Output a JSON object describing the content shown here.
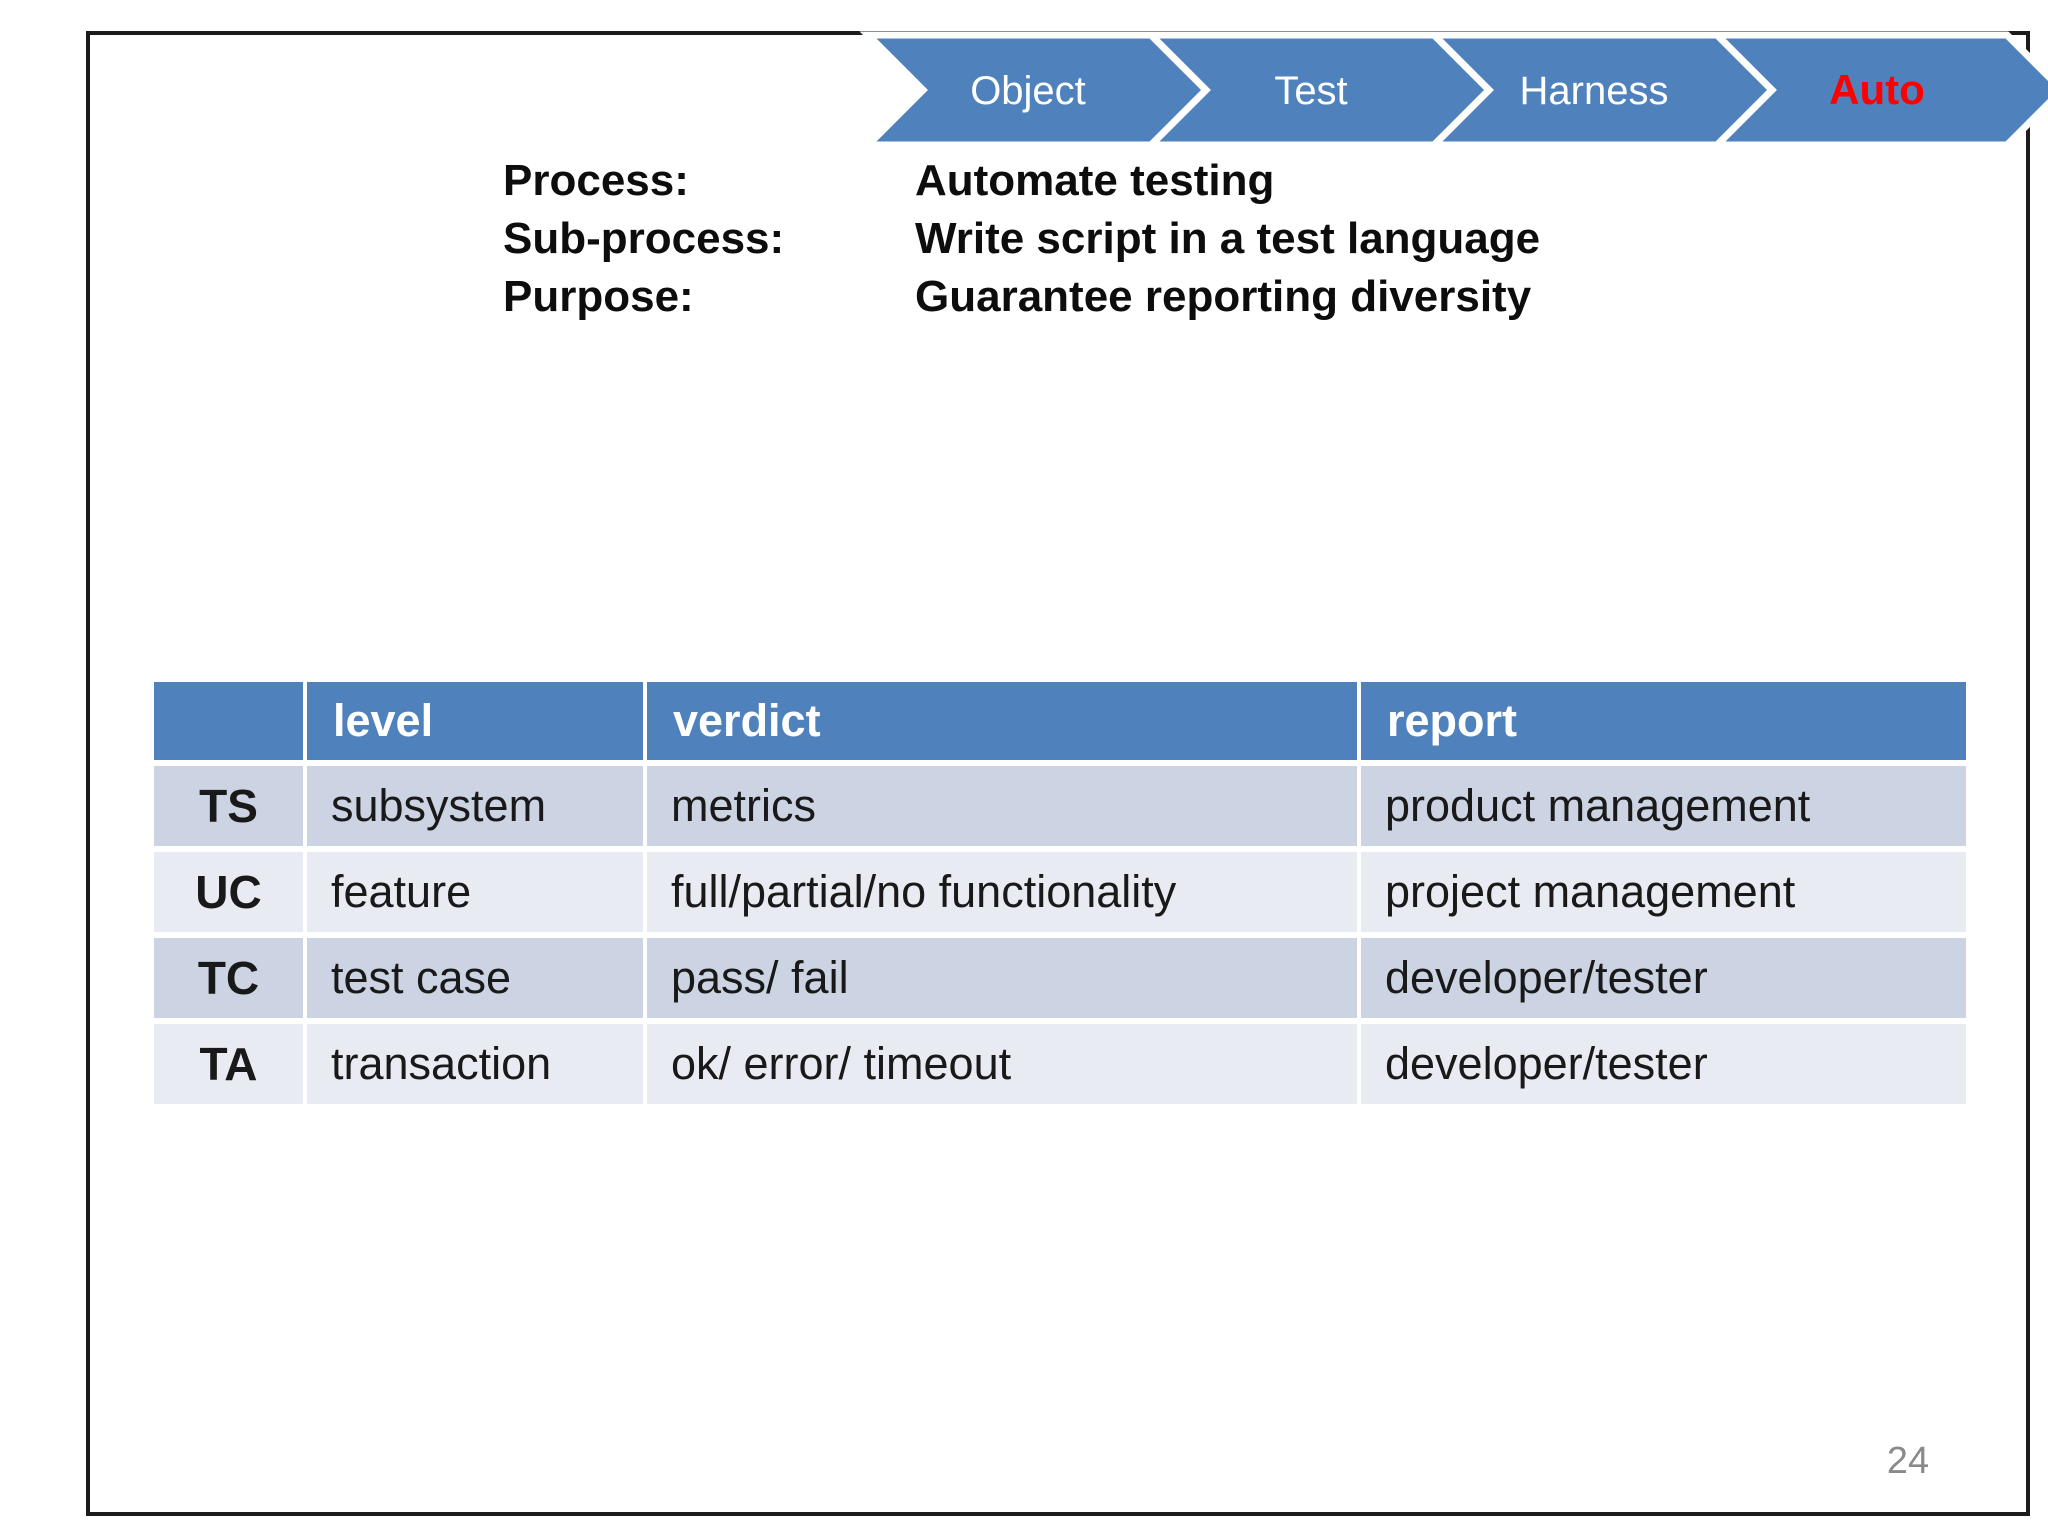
{
  "slide": {
    "page_number": "24",
    "colors": {
      "accent_blue": "#4f81bd",
      "chevron_text_white": "#ffffff",
      "auto_red": "#ff0000",
      "band_dark": "#ccd4e3",
      "band_light": "#e9ebf2",
      "frame_black": "#1c1c1c",
      "page_number_gray": "#8a8a8a"
    }
  },
  "process_flow": {
    "steps": [
      {
        "label": "Object"
      },
      {
        "label": "Test"
      },
      {
        "label": "Harness"
      },
      {
        "label": "Auto"
      }
    ]
  },
  "process_info": {
    "rows": [
      {
        "label": "Process:",
        "value": "Automate testing"
      },
      {
        "label": "Sub-process:",
        "value": "Write script in a test language"
      },
      {
        "label": "Purpose:",
        "value": "Guarantee reporting diversity"
      }
    ]
  },
  "table": {
    "headers": [
      "",
      "level",
      "verdict",
      "report"
    ],
    "rows": [
      {
        "key": "TS",
        "level": "subsystem",
        "verdict": "metrics",
        "report": "product management"
      },
      {
        "key": "UC",
        "level": "feature",
        "verdict": "full/partial/no functionality",
        "report": "project management"
      },
      {
        "key": "TC",
        "level": "test case",
        "verdict": "pass/ fail",
        "report": "developer/tester"
      },
      {
        "key": "TA",
        "level": "transaction",
        "verdict": "ok/ error/ timeout",
        "report": "developer/tester"
      }
    ]
  }
}
